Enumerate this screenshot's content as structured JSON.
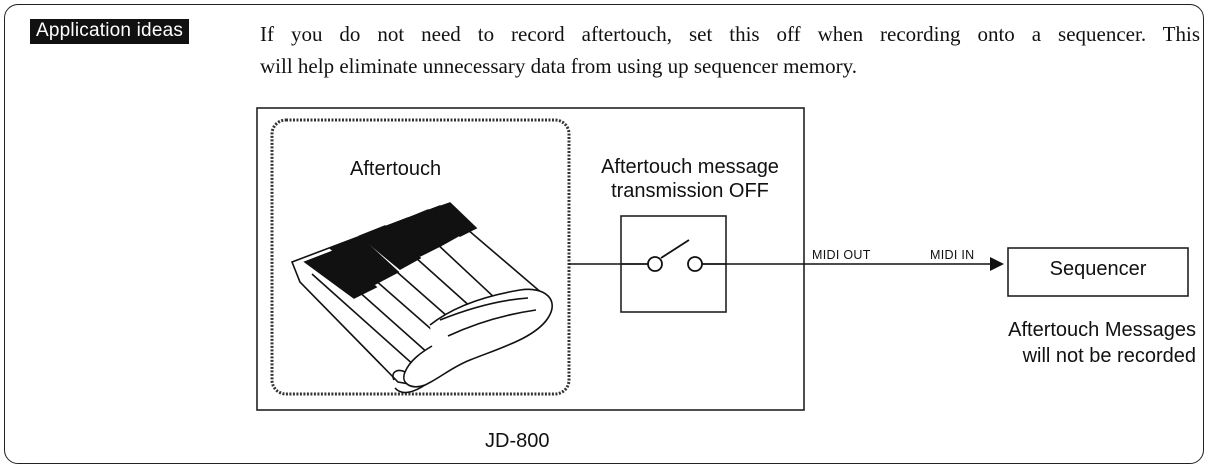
{
  "tag": {
    "label": "Application ideas"
  },
  "paragraph": {
    "line1": "If you do not need to record aftertouch, set this off when recording onto a sequencer. This",
    "line2": "will help eliminate unnecessary data from using up sequencer memory."
  },
  "diagram": {
    "aftertouch_label": "Aftertouch",
    "switch_label_line1": "Aftertouch message",
    "switch_label_line2": "transmission OFF",
    "midi_out_label": "MIDI OUT",
    "midi_in_label": "MIDI IN",
    "sequencer_label": "Sequencer",
    "note_line1": "Aftertouch Messages",
    "note_line2": "will not be recorded",
    "device_label": "JD-800"
  }
}
